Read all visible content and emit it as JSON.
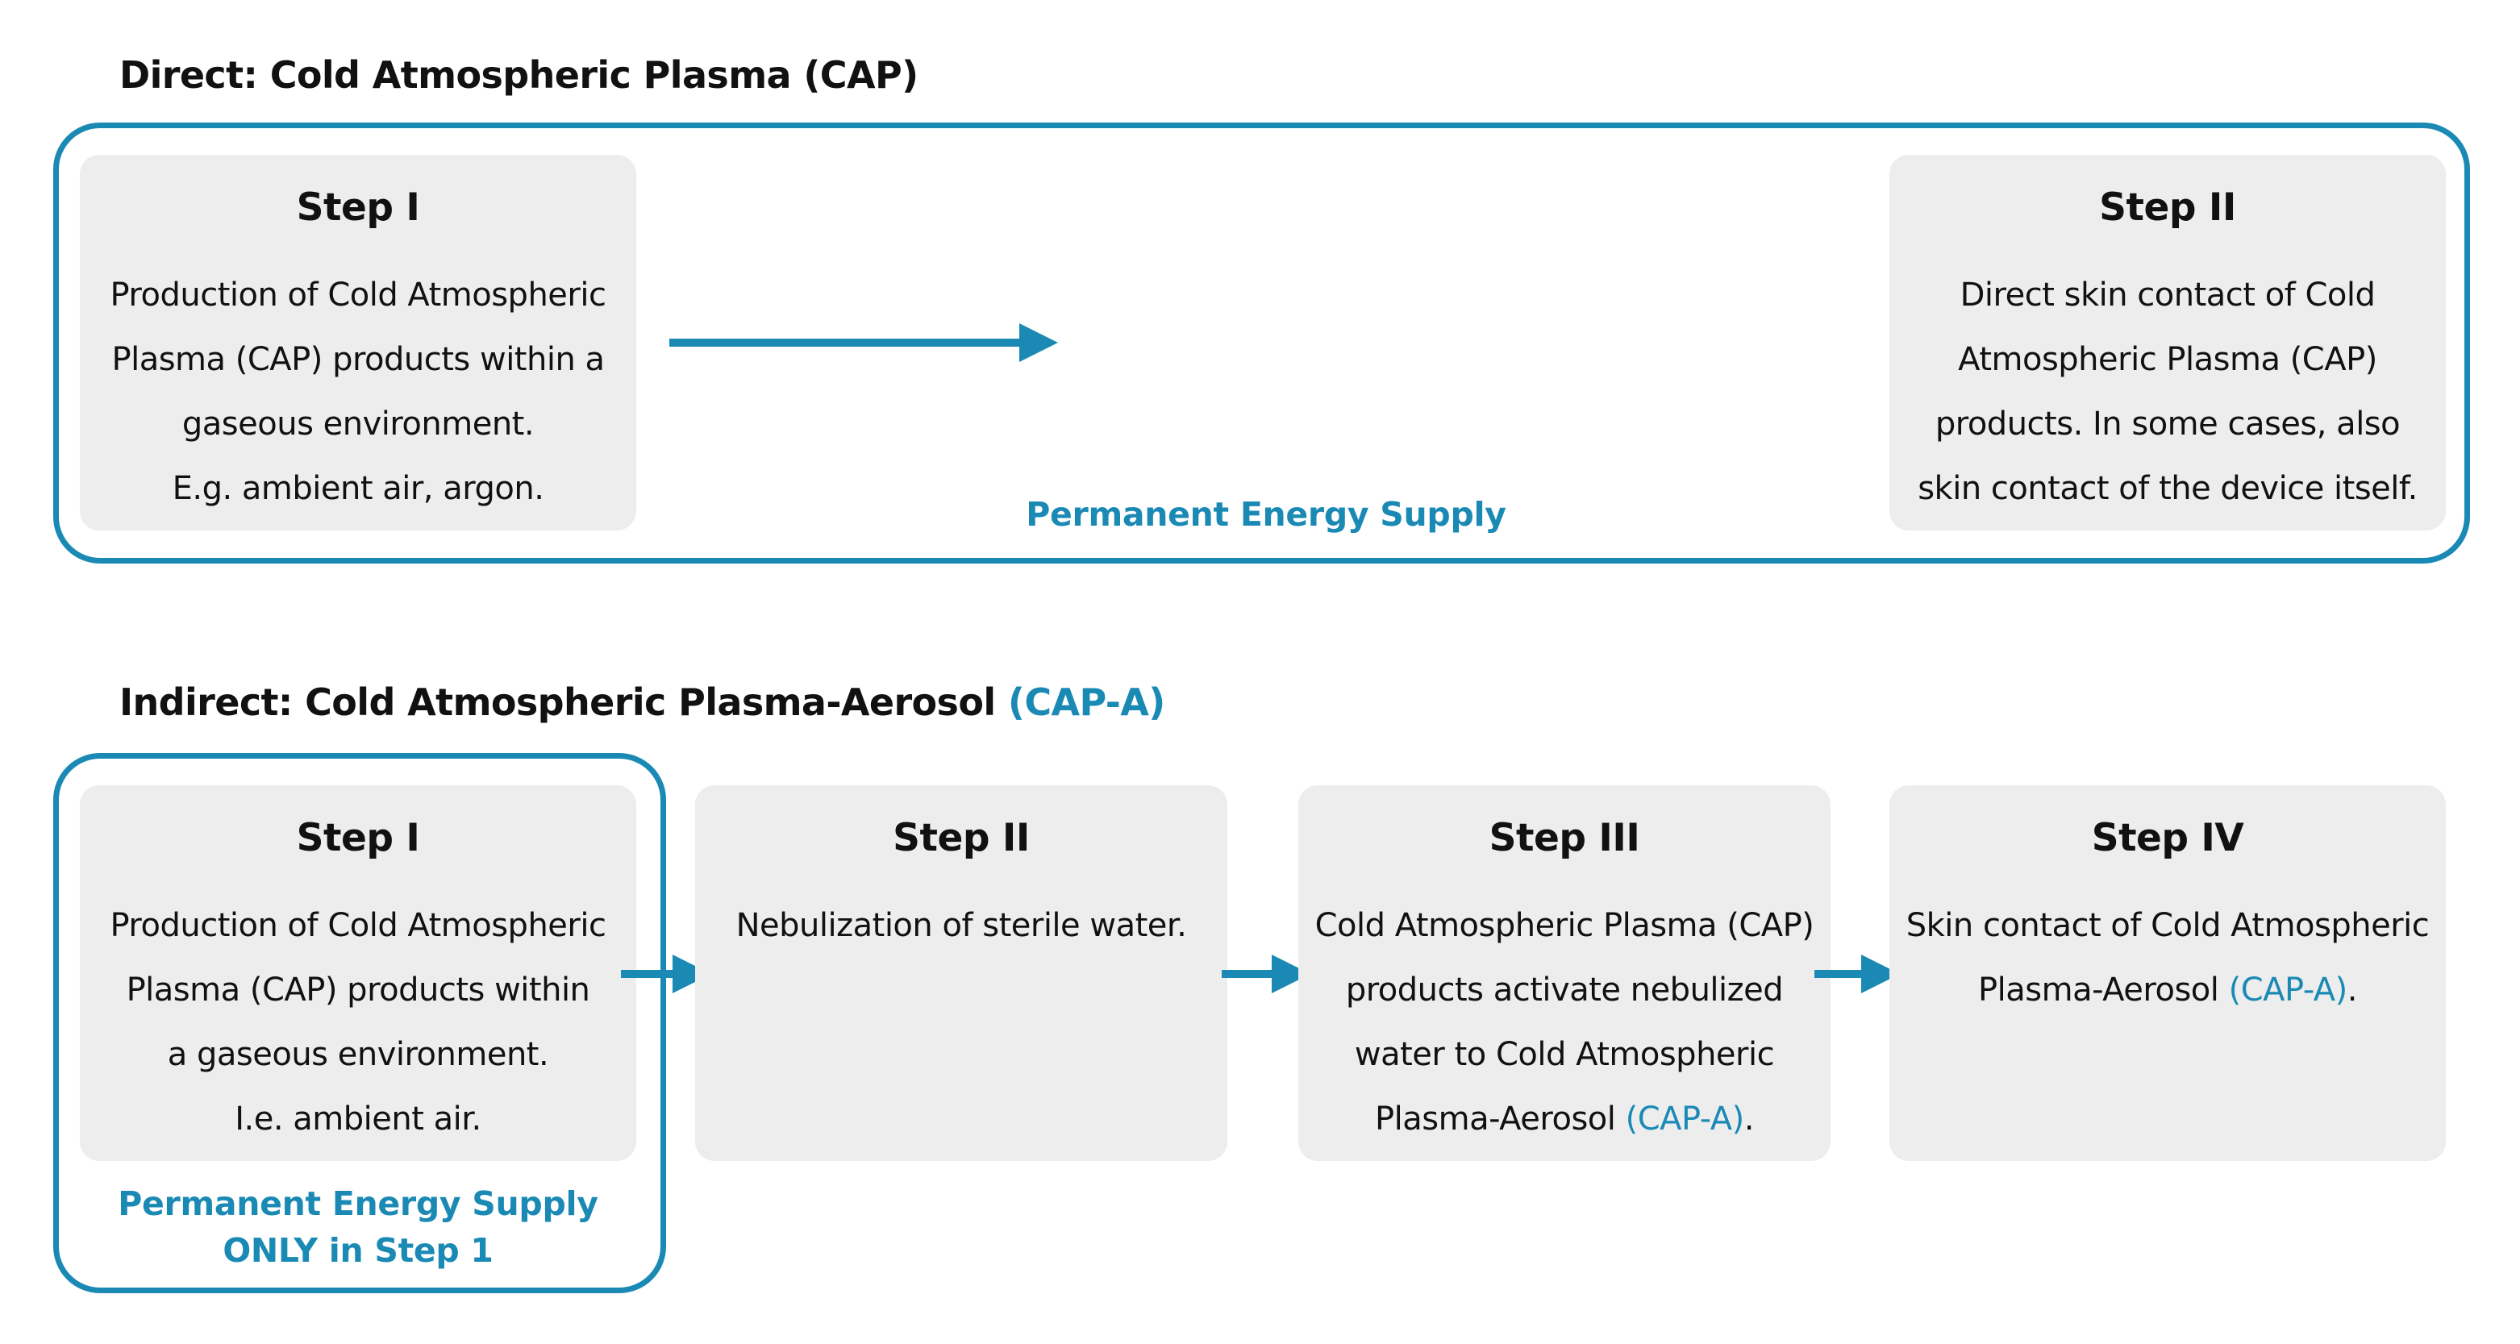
{
  "colors": {
    "accent": "#1a8ab5",
    "box": "#ededed",
    "text": "#111111"
  },
  "direct": {
    "title": "Direct: Cold Atmospheric Plasma (CAP)",
    "energy_label": "Permanent Energy Supply",
    "steps": [
      {
        "title": "Step I",
        "lines": [
          "Production of Cold Atmospheric",
          "Plasma (CAP) products within a",
          "gaseous environment.",
          "E.g. ambient air, argon."
        ]
      },
      {
        "title": "Step II",
        "lines": [
          "Direct skin contact of Cold",
          "Atmospheric Plasma (CAP)",
          "products. In some cases, also",
          "skin contact of the device itself."
        ]
      }
    ]
  },
  "indirect": {
    "title_prefix": "Indirect: Cold Atmospheric Plasma-Aerosol ",
    "title_accent": "(CAP-A)",
    "energy_lines": [
      "Permanent Energy Supply",
      "ONLY in Step 1"
    ],
    "steps": [
      {
        "title": "Step I",
        "lines": [
          "Production of Cold Atmospheric",
          "Plasma (CAP) products within",
          "a gaseous environment.",
          "I.e. ambient air."
        ]
      },
      {
        "title": "Step II",
        "lines": [
          "Nebulization of sterile water."
        ]
      },
      {
        "title": "Step III",
        "lines": [
          "Cold Atmospheric Plasma (CAP)",
          "products activate nebulized",
          "water to Cold Atmospheric"
        ],
        "last_prefix": "Plasma-Aerosol ",
        "last_accent": "(CAP-A)",
        "last_suffix": "."
      },
      {
        "title": "Step IV",
        "lines": [
          "Skin contact of Cold Atmospheric"
        ],
        "last_prefix": "Plasma-Aerosol ",
        "last_accent": "(CAP-A)",
        "last_suffix": "."
      }
    ]
  }
}
